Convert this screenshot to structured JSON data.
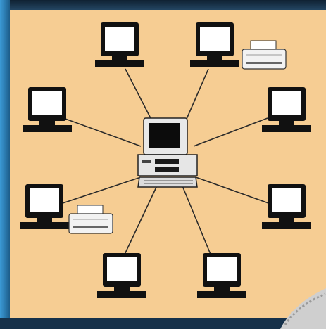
{
  "diagram": {
    "kind": "star-network",
    "hub": {
      "device": "desktop-computer-with-monitor-and-keyboard"
    },
    "nodes": [
      {
        "device": "terminal",
        "peripheral": ""
      },
      {
        "device": "terminal",
        "peripheral": "printer"
      },
      {
        "device": "terminal",
        "peripheral": ""
      },
      {
        "device": "terminal",
        "peripheral": ""
      },
      {
        "device": "terminal",
        "peripheral": "printer"
      },
      {
        "device": "terminal",
        "peripheral": ""
      },
      {
        "device": "terminal",
        "peripheral": ""
      },
      {
        "device": "terminal",
        "peripheral": ""
      }
    ]
  },
  "colors": {
    "background": "#f6cd93",
    "border_left": "#2e8fc9",
    "border_top": "#1b3a55",
    "monitor": "#111111",
    "screen": "#ffffff",
    "link_line": "#2a2a2a"
  }
}
